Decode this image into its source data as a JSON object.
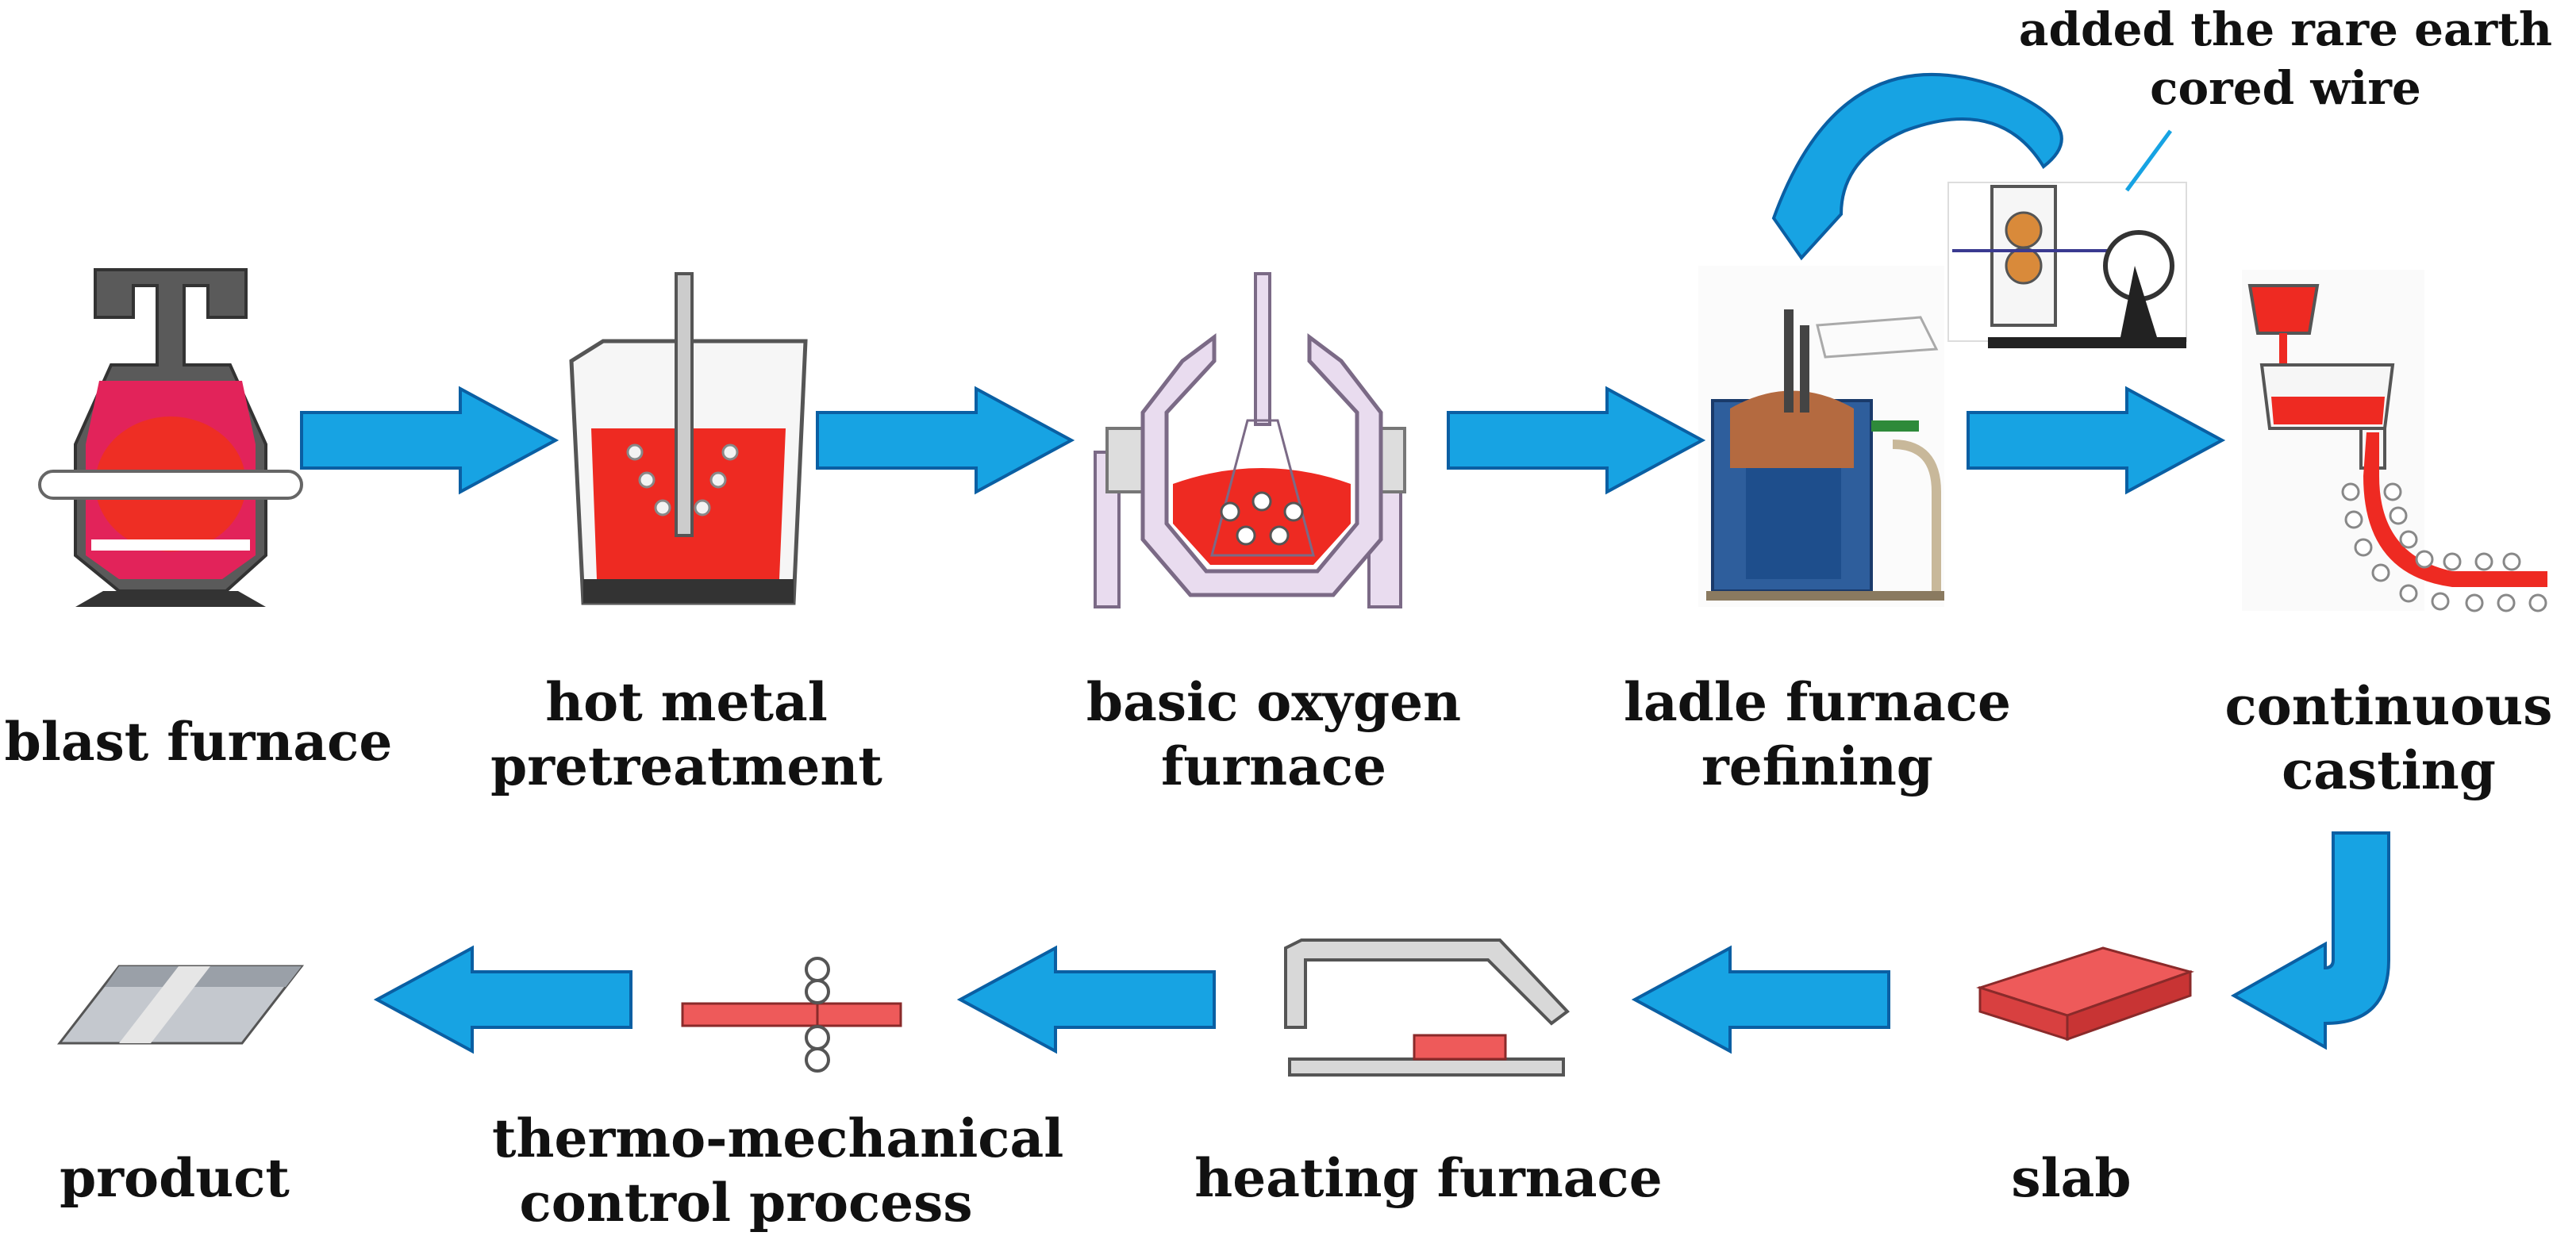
{
  "steps": {
    "blast_furnace": {
      "label": "blast furnace"
    },
    "hot_metal_pretreatment": {
      "line1": "hot metal",
      "line2": "pretreatment"
    },
    "basic_oxygen_furnace": {
      "line1": "basic oxygen",
      "line2": "furnace"
    },
    "ladle_furnace_refining": {
      "line1": "ladle furnace",
      "line2": "refining"
    },
    "continuous_casting": {
      "line1": "continuous",
      "line2": "casting"
    },
    "slab": {
      "label": "slab"
    },
    "heating_furnace": {
      "label": "heating furnace"
    },
    "thermo_mechanical": {
      "line1": "thermo-mechanical",
      "line2": "control process"
    },
    "product": {
      "label": "product"
    }
  },
  "annotation": {
    "line1": "added the rare earth",
    "line2": "cored wire"
  },
  "colors": {
    "arrow": "#17a3e3",
    "arrow_stroke": "#0a5fa3",
    "molten": "#ef2a22",
    "slab": "#ee5a5a",
    "vessel": "#444444",
    "lavender": "#e9dcef",
    "lavender_stroke": "#7b6a86",
    "label": "#111111"
  }
}
